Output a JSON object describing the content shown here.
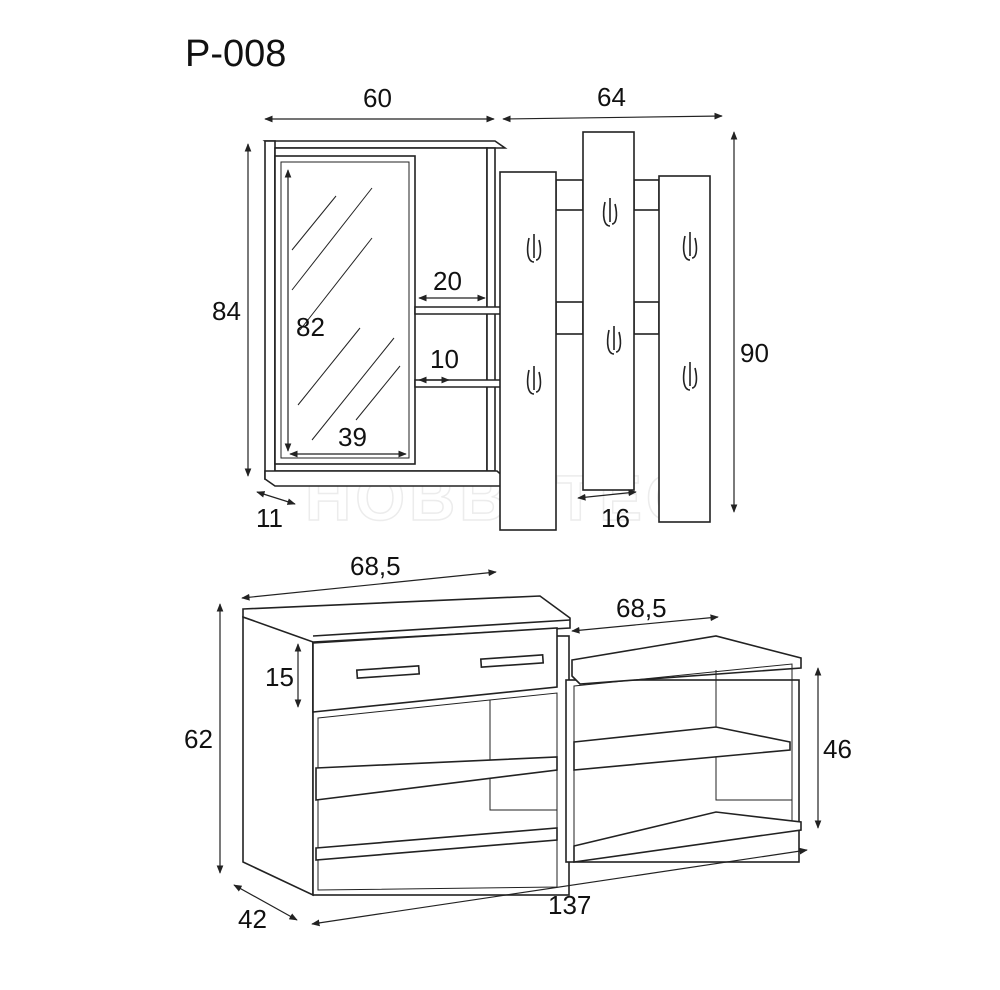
{
  "title": "P-008",
  "watermark": "HOBBYTEC",
  "dimensions": {
    "mirror_unit_width": "60",
    "hanger_width": "64",
    "mirror_unit_height": "84",
    "hanger_height": "90",
    "mirror_height": "82",
    "mirror_width": "39",
    "shelf_upper_width": "20",
    "shelf_lower_width": "10",
    "mirror_unit_depth": "11",
    "hanger_panel_width": "16",
    "cabinet_top_width": "68,5",
    "bench_top_width": "68,5",
    "drawer_height": "15",
    "cabinet_height": "62",
    "bench_height": "46",
    "total_depth": "42",
    "total_width": "137"
  },
  "colors": {
    "line": "#222222",
    "background": "#ffffff",
    "watermark": "#ececec"
  }
}
